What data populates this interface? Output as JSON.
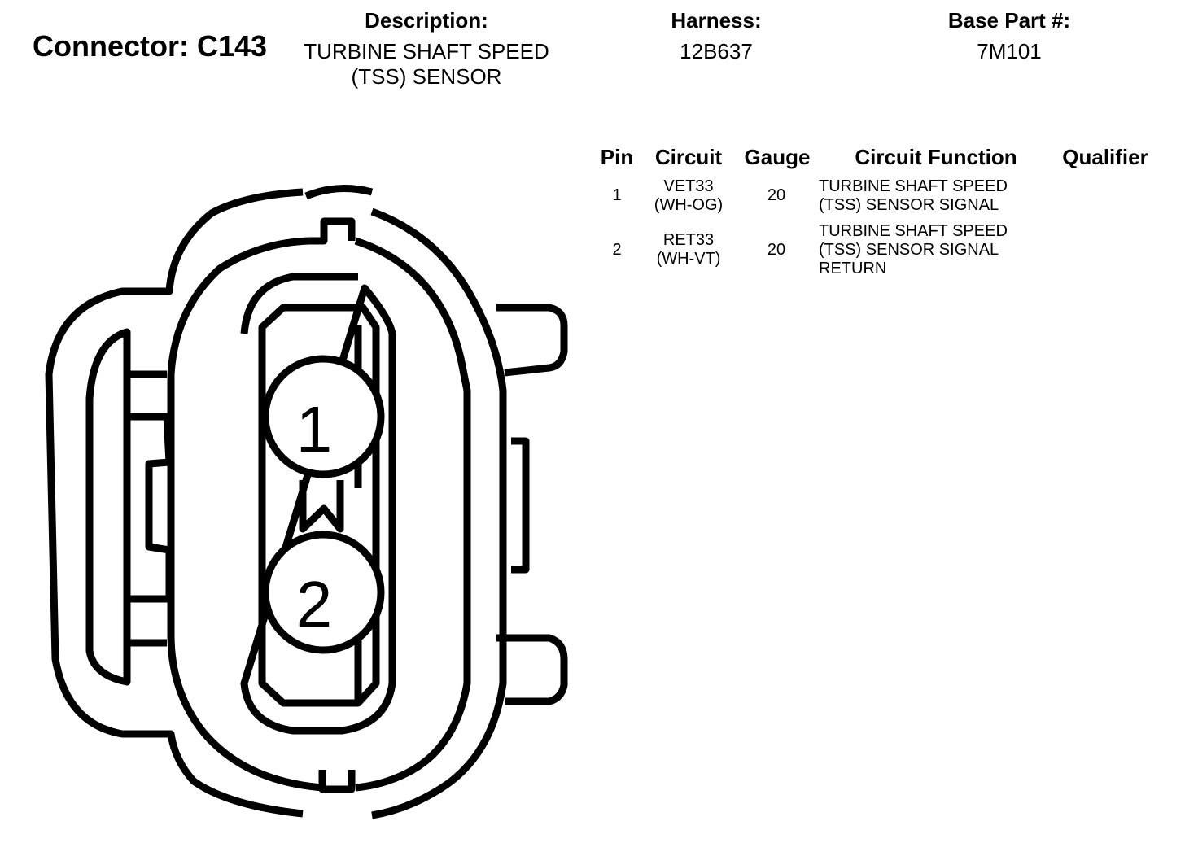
{
  "header": {
    "connector_title": "Connector: C143",
    "description_label": "Description:",
    "description_line1": "TURBINE SHAFT SPEED",
    "description_line2": "(TSS) SENSOR",
    "harness_label": "Harness:",
    "harness_value": "12B637",
    "base_part_label": "Base Part #:",
    "base_part_value": "7M101"
  },
  "table": {
    "headers": {
      "pin": "Pin",
      "circuit": "Circuit",
      "gauge": "Gauge",
      "function": "Circuit Function",
      "qualifier": "Qualifier"
    },
    "rows": [
      {
        "pin": "1",
        "circuit_line1": "VET33",
        "circuit_line2": "(WH-OG)",
        "gauge": "20",
        "function_lines": [
          "TURBINE SHAFT SPEED",
          "(TSS) SENSOR SIGNAL"
        ],
        "qualifier": ""
      },
      {
        "pin": "2",
        "circuit_line1": "RET33",
        "circuit_line2": "(WH-VT)",
        "gauge": "20",
        "function_lines": [
          "TURBINE SHAFT SPEED",
          "(TSS) SENSOR SIGNAL",
          "RETURN"
        ],
        "qualifier": ""
      }
    ]
  },
  "diagram": {
    "pin_labels": [
      "1",
      "2"
    ],
    "stroke_color": "#000000",
    "background_color": "#ffffff"
  }
}
